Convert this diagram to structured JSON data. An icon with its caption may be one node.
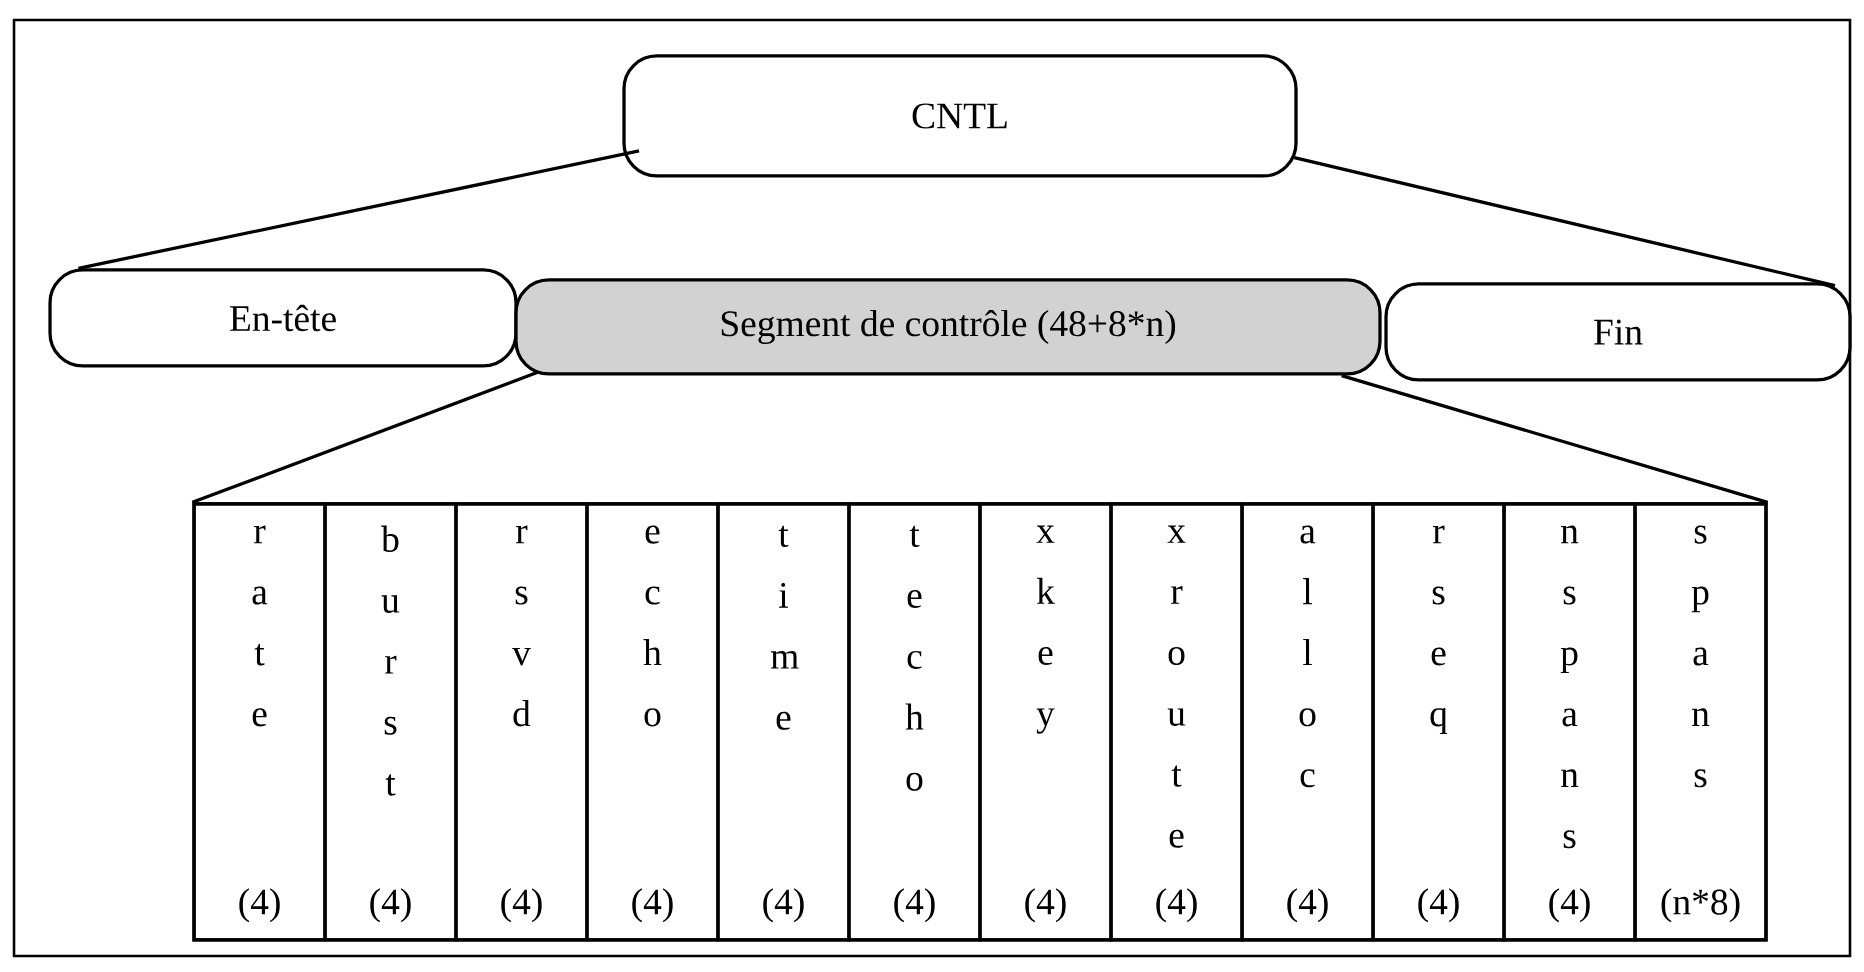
{
  "diagram": {
    "nodes": [
      {
        "text": [
          "CNTL"
        ]
      },
      {
        "text": [
          "En-tête"
        ]
      },
      {
        "text": [
          "Segment de contrôle (48+8*n)"
        ]
      },
      {
        "text": [
          "Fin"
        ]
      },
      {
        "text": [],
        "shape": "box"
      },
      {
        "text": [
          "r a t e",
          "(4)"
        ],
        "in": 4
      },
      {
        "text": [
          "b u r s t",
          "(4)"
        ],
        "in": 4
      },
      {
        "text": [
          "r s v d",
          "(4)"
        ],
        "in": 4
      },
      {
        "text": [
          "e c h o",
          "(4)"
        ],
        "in": 4
      },
      {
        "text": [
          "t i m e",
          "(4)"
        ],
        "in": 4
      },
      {
        "text": [
          "t e c h o",
          "(4)"
        ],
        "in": 4
      },
      {
        "text": [
          "x k e y",
          "(4)"
        ],
        "in": 4
      },
      {
        "text": [
          "x r o u t e",
          "(4)"
        ],
        "in": 4
      },
      {
        "text": [
          "a l l o c",
          "(4)"
        ],
        "in": 4
      },
      {
        "text": [
          "r s e q",
          "(4)"
        ],
        "in": 4
      },
      {
        "text": [
          "n s p a n s",
          "(4)"
        ],
        "in": 4
      },
      {
        "text": [
          "s p a n s",
          "(n*8)"
        ],
        "in": 4
      }
    ],
    "edges": [
      {
        "from": 0,
        "to": 1,
        "arrow": "none"
      },
      {
        "from": 0,
        "to": 3,
        "arrow": "none"
      },
      {
        "from": 2,
        "to": 4,
        "arrow": "none"
      },
      {
        "from": 2,
        "to": 4,
        "arrow": "none"
      }
    ]
  }
}
